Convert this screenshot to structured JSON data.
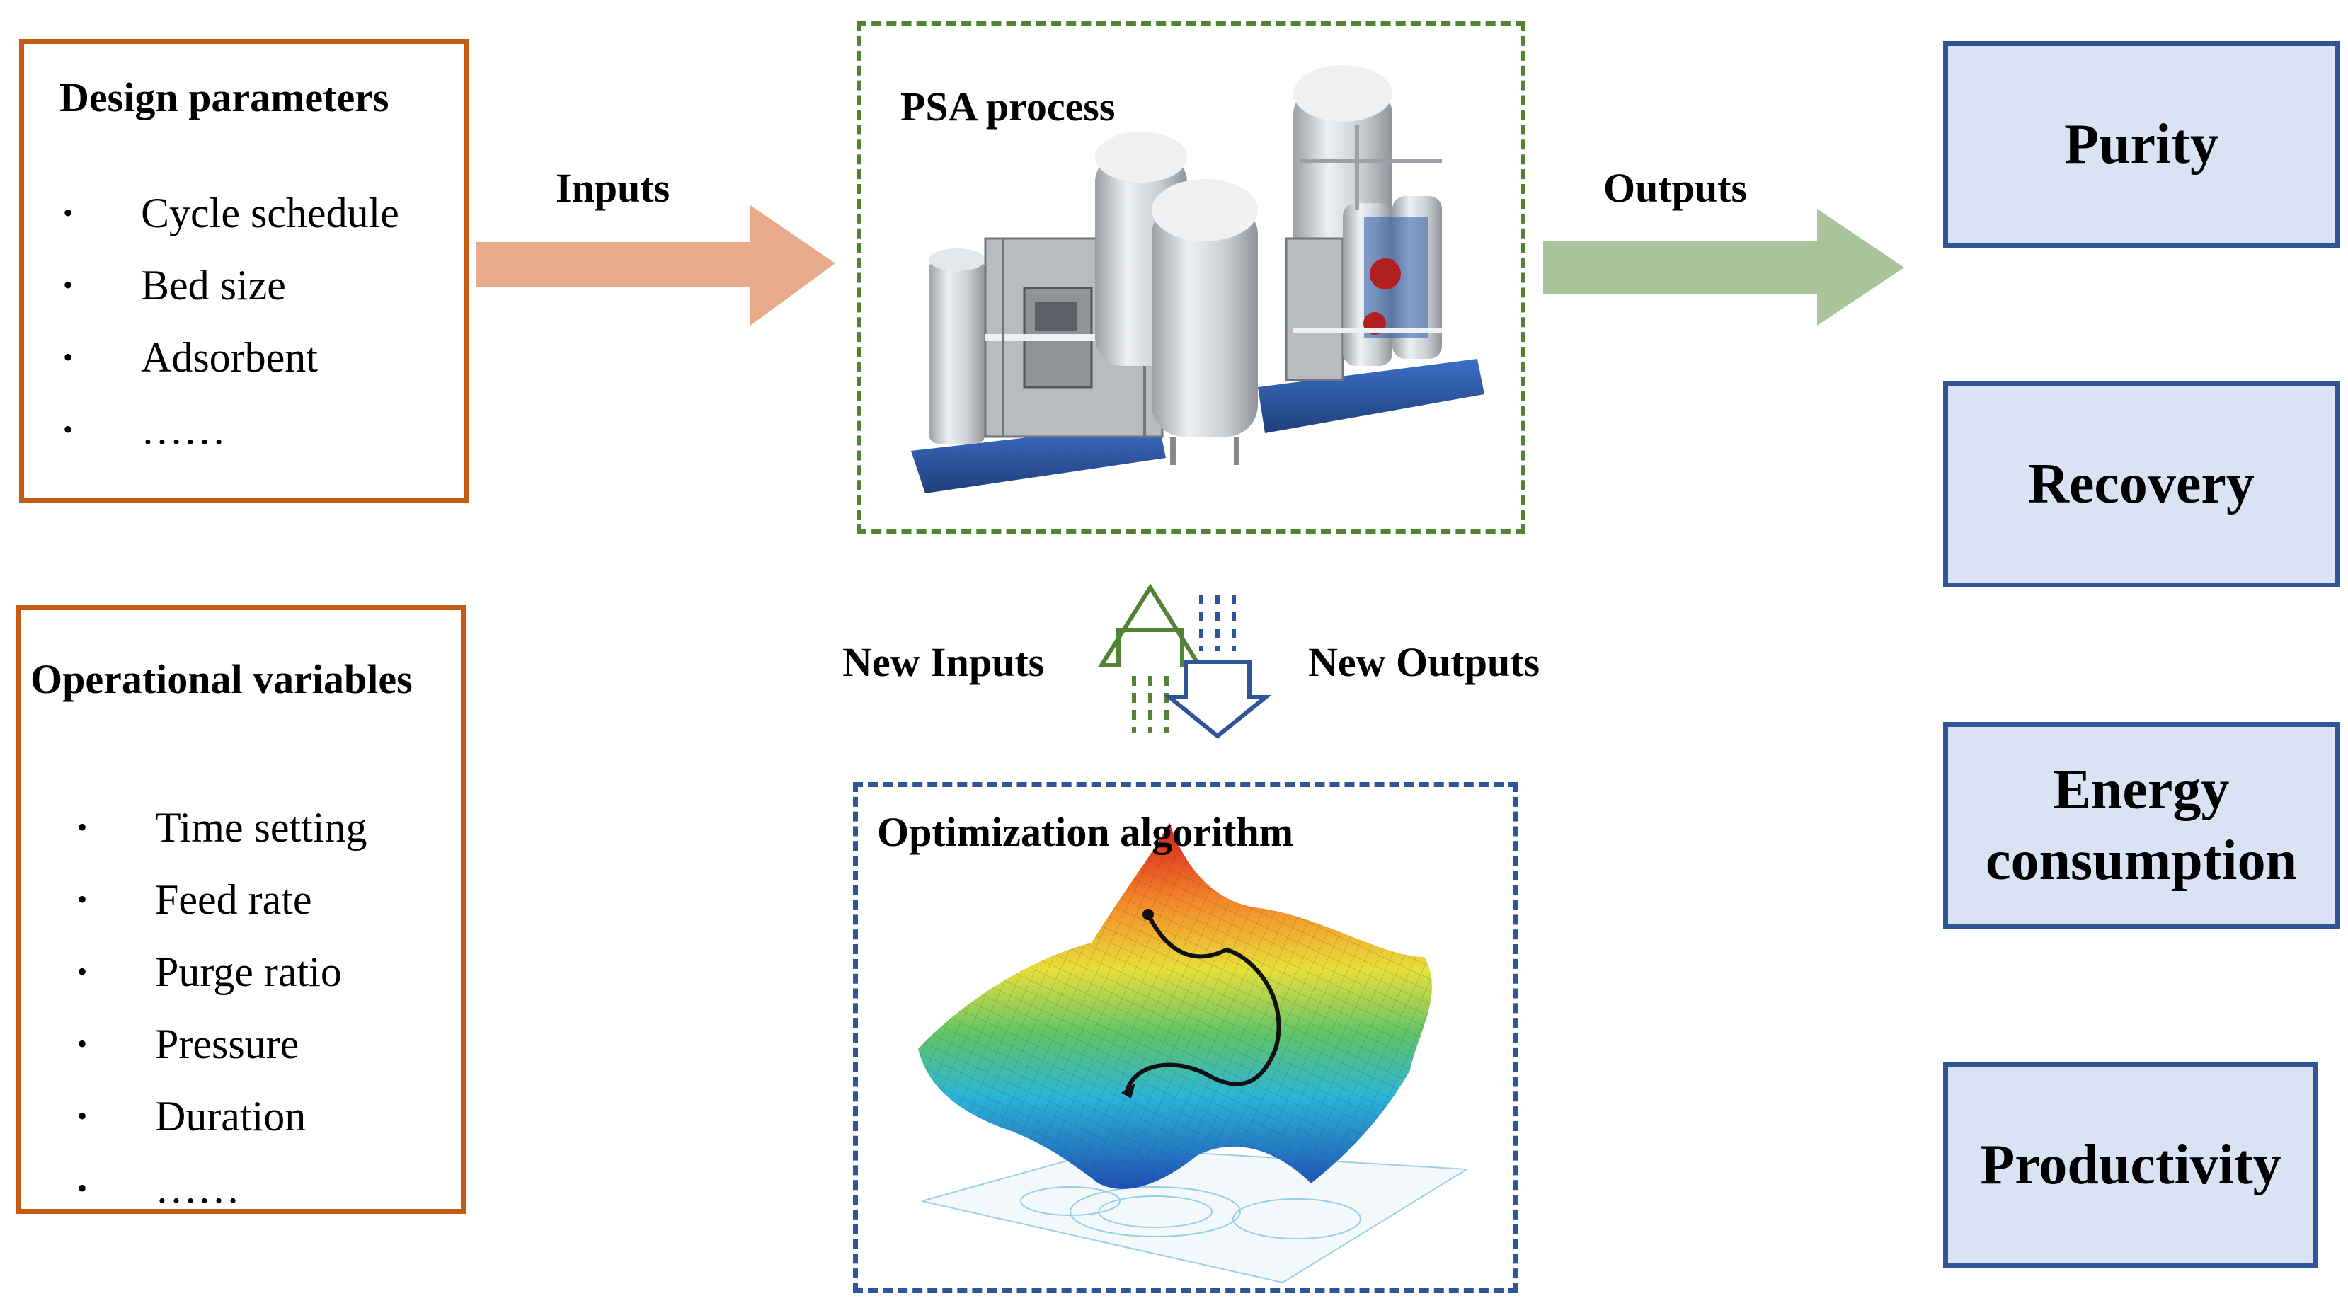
{
  "design": {
    "title": "Design parameters",
    "items": [
      "Cycle schedule",
      "Bed size",
      "Adsorbent",
      "……"
    ]
  },
  "operational": {
    "title": "Operational variables",
    "items": [
      "Time setting",
      "Feed rate",
      "Purge ratio",
      "Pressure",
      "Duration",
      "……"
    ]
  },
  "arrows": {
    "inputs": "Inputs",
    "outputs": "Outputs",
    "new_inputs": "New Inputs",
    "new_outputs": "New Outputs"
  },
  "process": {
    "title": "PSA process"
  },
  "optimization": {
    "title": "Optimization algorithm"
  },
  "outputs": [
    "Purity",
    "Recovery",
    "Energy consumption",
    "Productivity"
  ],
  "colors": {
    "input_border": "#c55a11",
    "input_arrow": "#e8ab8a",
    "output_arrow": "#a9c49a",
    "process_border": "#548235",
    "optimization_border": "#2f5597",
    "output_fill": "#dae3f3",
    "output_border": "#2f5597",
    "machine_base": "#2e5aa8",
    "machine_tank": "#cfd3d6"
  },
  "icons": {
    "bullet": "bullet-icon",
    "psa_illustration": "psa-machinery-icon",
    "surface_illustration": "optimization-surface-icon"
  }
}
